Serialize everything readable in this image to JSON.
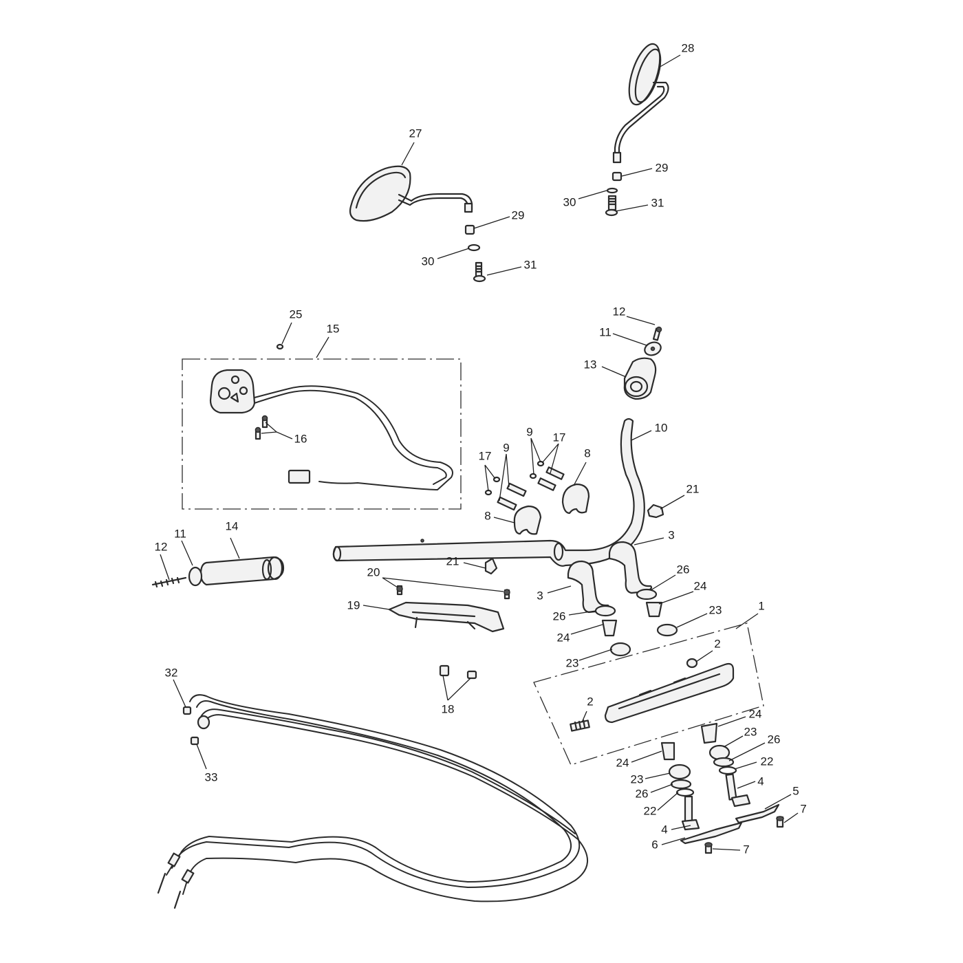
{
  "callouts": {
    "c28": "28",
    "c27": "27",
    "c29a": "29",
    "c29b": "29",
    "c30a": "30",
    "c30b": "30",
    "c31a": "31",
    "c31b": "31",
    "c25": "25",
    "c15": "15",
    "c16": "16",
    "c12a": "12",
    "c11a": "11",
    "c13": "13",
    "c9a": "9",
    "c9b": "9",
    "c17a": "17",
    "c17b": "17",
    "c8a": "8",
    "c8b": "8",
    "c10": "10",
    "c21a": "21",
    "c21b": "21",
    "c14": "14",
    "c11b": "11",
    "c12b": "12",
    "c3a": "3",
    "c3b": "3",
    "c26a": "26",
    "c26b": "26",
    "c26c": "26",
    "c26d": "26",
    "c24a": "24",
    "c24b": "24",
    "c24c": "24",
    "c24d": "24",
    "c23a": "23",
    "c23b": "23",
    "c23c": "23",
    "c23d": "23",
    "c1": "1",
    "c2a": "2",
    "c2b": "2",
    "c20": "20",
    "c19": "19",
    "c18": "18",
    "c32": "32",
    "c33": "33",
    "c22a": "22",
    "c22b": "22",
    "c4a": "4",
    "c4b": "4",
    "c5": "5",
    "c6": "6",
    "c7a": "7",
    "c7b": "7"
  }
}
